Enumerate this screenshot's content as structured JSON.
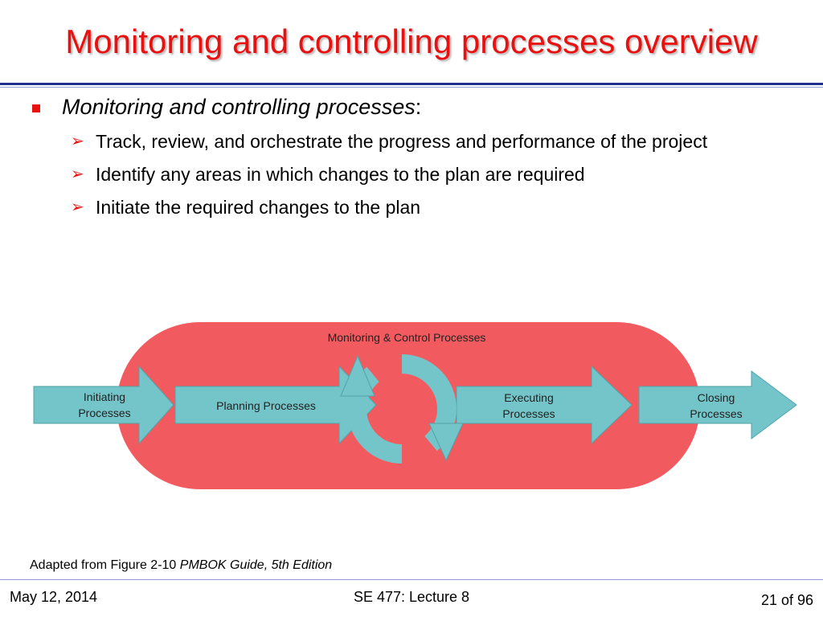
{
  "slide": {
    "title": "Monitoring and controlling processes overview",
    "bullet": {
      "heading": "Monitoring and controlling processes",
      "colon": ":",
      "items": [
        "Track, review, and orchestrate the progress and performance of the project",
        "Identify any areas in which changes to the plan are required",
        "Initiate the required changes to the plan"
      ]
    },
    "caption": {
      "prefix": "Adapted from Figure 2-10 ",
      "source": "PMBOK Guide, 5th Edition"
    }
  },
  "diagram": {
    "container_label": "Monitoring & Control Processes",
    "initiating": [
      "Initiating",
      "Processes"
    ],
    "planning": "Planning Processes",
    "executing": [
      "Executing",
      "Processes"
    ],
    "closing": [
      "Closing",
      "Processes"
    ]
  },
  "footer": {
    "date": "May 12, 2014",
    "course": "SE 477: Lecture 8",
    "page": "21 of 96"
  },
  "colors": {
    "title": "#e8110f",
    "pill": "#f15b60",
    "arrow": "#74c5c9",
    "rule": "#1f2f8f"
  }
}
